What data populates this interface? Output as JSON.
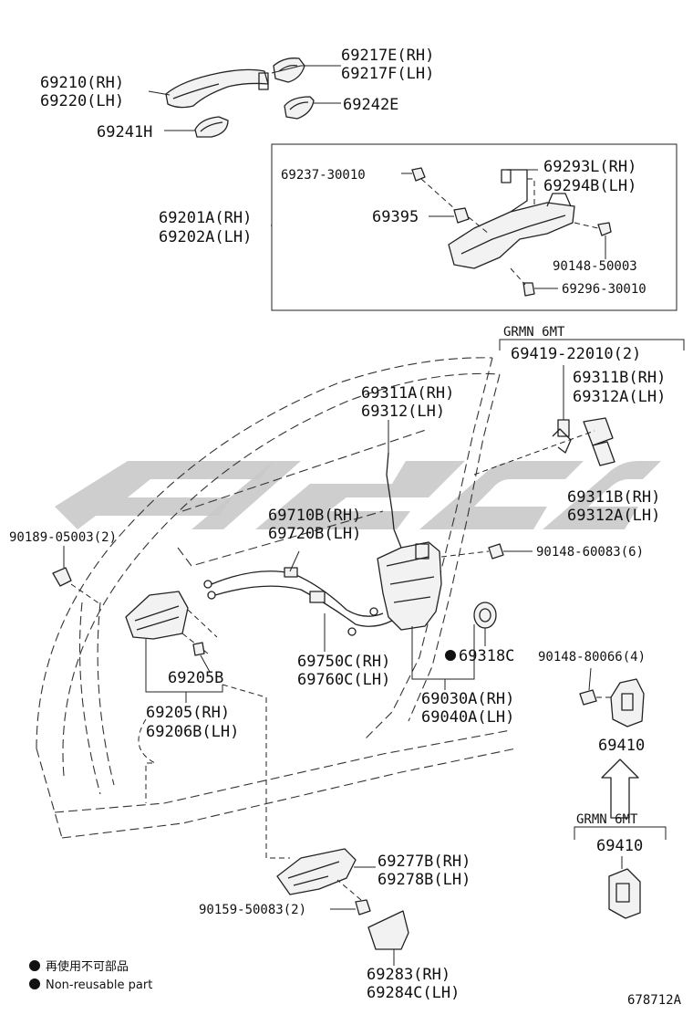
{
  "labels": {
    "handle_rh": "69210(RH)",
    "handle_lh": "69220(LH)",
    "cover_rh": "69217E(RH)",
    "cover_lh": "69217F(LH)",
    "pad_69242": "69242E",
    "pad_69241": "69241H",
    "frame_rh": "69201A(RH)",
    "frame_lh": "69202A(LH)",
    "screw_69237": "69237-30010",
    "part_69395": "69395",
    "cover_69293": "69293L(RH)",
    "cover_69294": "69294B(LH)",
    "screw_90148_50003": "90148-50003",
    "screw_69296": "69296-30010",
    "grade_top": "GRMN 6MT",
    "clip_69419": "69419-22010(2)",
    "rod_rh": "69311A(RH)",
    "rod_lh": "69312(LH)",
    "cover_311b_rh_a": "69311B(RH)",
    "cover_312a_lh_a": "69312A(LH)",
    "cover_311b_rh_b": "69311B(RH)",
    "cover_312a_lh_b": "69312A(LH)",
    "clip_90189": "90189-05003(2)",
    "cable_rh": "69710B(RH)",
    "cable_lh": "69720B(LH)",
    "screw_90148_60083": "90148-60083(6)",
    "seal_69318c": "69318C",
    "screw_90148_80066": "90148-80066(4)",
    "lock_rh": "69030A(RH)",
    "lock_lh": "69040A(LH)",
    "cable2_rh": "69750C(RH)",
    "cable2_lh": "69760C(LH)",
    "bezel_69205b": "69205B",
    "bezel_rh": "69205(RH)",
    "bezel_lh": "69206B(LH)",
    "striker_a": "69410",
    "grade_bottom": "GRMN 6MT",
    "striker_b": "69410",
    "inner_handle_rh": "69277B(RH)",
    "inner_handle_lh": "69278B(LH)",
    "screw_90159": "90159-50083(2)",
    "cap_rh": "69283(RH)",
    "cap_lh": "69284C(LH)",
    "legend_jp": "再使用不可部品",
    "legend_en": "Non-reusable part",
    "diagram_id": "678712A"
  },
  "colors": {
    "ink": "#111111",
    "watermark": "#c9c9c9"
  }
}
